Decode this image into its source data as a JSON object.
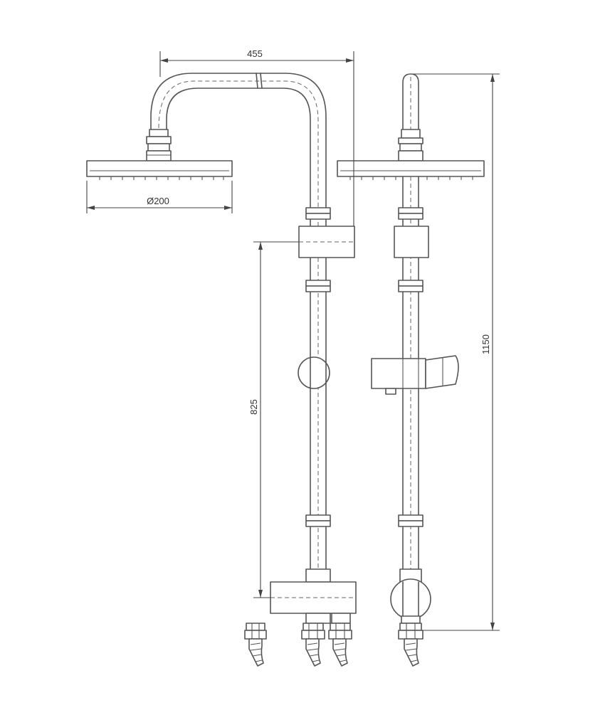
{
  "dimensions": {
    "arm_reach": "455",
    "head_diameter": "Ø200",
    "rail_height": "825",
    "total_height": "1150"
  },
  "colors": {
    "line": "#555555",
    "dimension": "#444444",
    "background": "#ffffff"
  }
}
